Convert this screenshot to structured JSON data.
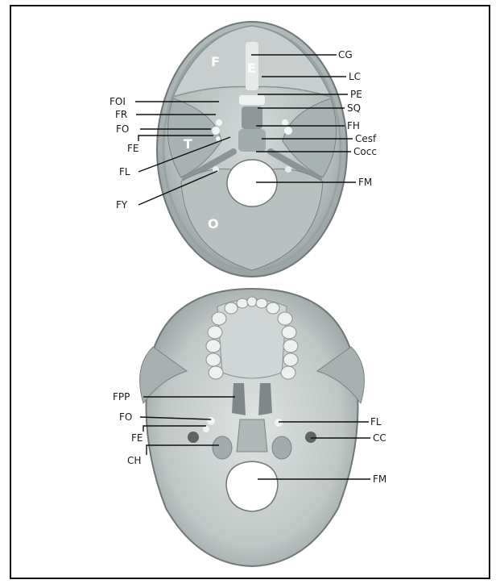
{
  "figure": {
    "upper_view": {
      "region_letters": {
        "frontal": "F",
        "ethmoid": "E",
        "temporal": "T",
        "occipital": "O"
      },
      "labels": {
        "CG": "CG",
        "LC": "LC",
        "PE": "PE",
        "SQ": "SQ",
        "FH": "FH",
        "Cesf": "Cesf",
        "Cocc": "Cocc",
        "FM": "FM",
        "FOI": "FOI",
        "FR": "FR",
        "FO": "FO",
        "FE": "FE",
        "FL": "FL",
        "FY": "FY"
      }
    },
    "lower_view": {
      "labels": {
        "FPP": "FPP",
        "FO": "FO",
        "FE": "FE",
        "CH": "CH",
        "FL": "FL",
        "CC": "CC",
        "FM": "FM"
      }
    },
    "colors": {
      "bone": "#b4bcbc",
      "shadow": "#7f8888",
      "foramen": "#ffffff",
      "line": "#111111"
    }
  }
}
